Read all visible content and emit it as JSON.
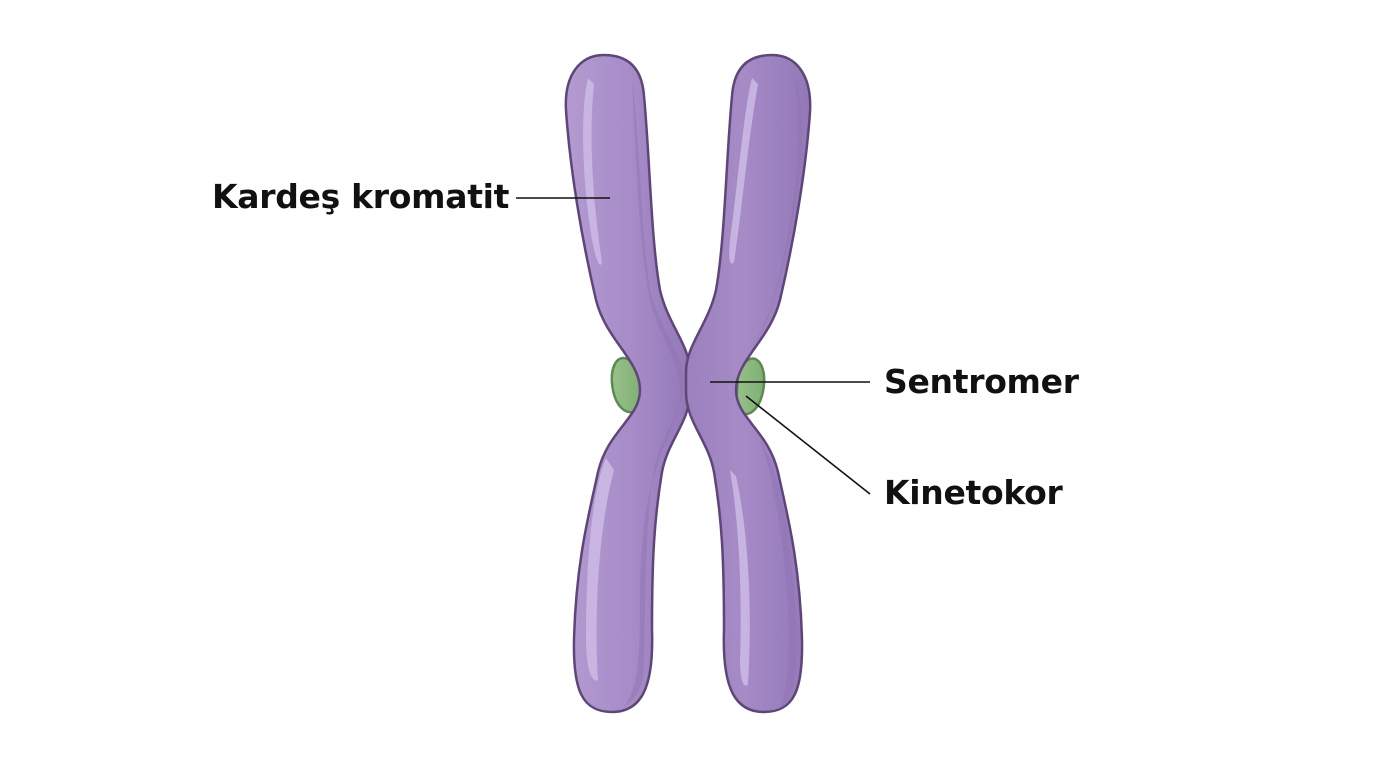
{
  "labels": {
    "sister_chromatid": "Kardeş kromatit",
    "centromere": "Sentromer",
    "kinetochore": "Kinetokor"
  },
  "colors": {
    "chromatid_fill": "#a68bc7",
    "chromatid_outline": "#5e4678",
    "chromatid_highlight": "#c8b3e0",
    "chromatid_shade": "#8e70b2",
    "kinetochore_fill": "#8cb87f",
    "kinetochore_outline": "#5d8a52",
    "leader_line": "#111111",
    "text": "#111111"
  }
}
